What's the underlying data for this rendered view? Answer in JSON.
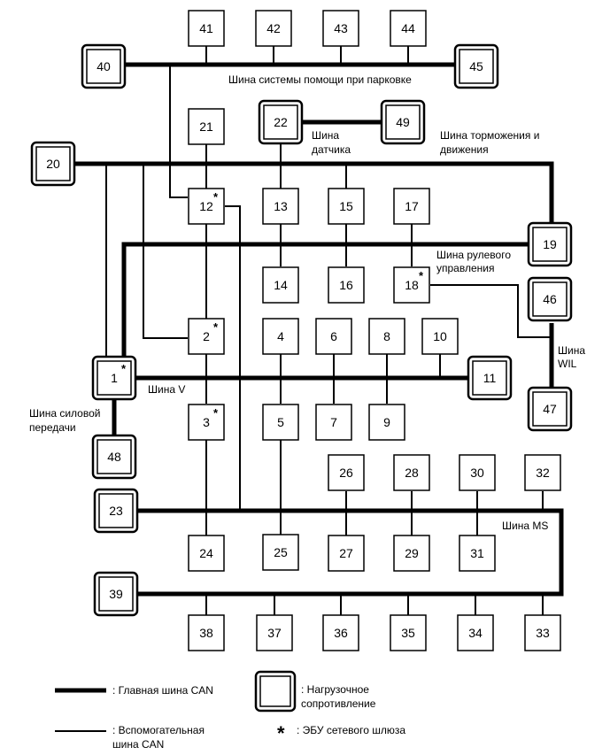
{
  "nodes": [
    {
      "id": "1",
      "star": true,
      "terminator": true
    },
    {
      "id": "2",
      "star": true,
      "terminator": false
    },
    {
      "id": "3",
      "star": true,
      "terminator": false
    },
    {
      "id": "4",
      "star": false,
      "terminator": false
    },
    {
      "id": "5",
      "star": false,
      "terminator": false
    },
    {
      "id": "6",
      "star": false,
      "terminator": false
    },
    {
      "id": "7",
      "star": false,
      "terminator": false
    },
    {
      "id": "8",
      "star": false,
      "terminator": false
    },
    {
      "id": "9",
      "star": false,
      "terminator": false
    },
    {
      "id": "10",
      "star": false,
      "terminator": false
    },
    {
      "id": "11",
      "star": false,
      "terminator": true
    },
    {
      "id": "12",
      "star": true,
      "terminator": false
    },
    {
      "id": "13",
      "star": false,
      "terminator": false
    },
    {
      "id": "14",
      "star": false,
      "terminator": false
    },
    {
      "id": "15",
      "star": false,
      "terminator": false
    },
    {
      "id": "16",
      "star": false,
      "terminator": false
    },
    {
      "id": "17",
      "star": false,
      "terminator": false
    },
    {
      "id": "18",
      "star": true,
      "terminator": false
    },
    {
      "id": "19",
      "star": false,
      "terminator": true
    },
    {
      "id": "20",
      "star": false,
      "terminator": true
    },
    {
      "id": "21",
      "star": false,
      "terminator": false
    },
    {
      "id": "22",
      "star": false,
      "terminator": true
    },
    {
      "id": "23",
      "star": false,
      "terminator": true
    },
    {
      "id": "24",
      "star": false,
      "terminator": false
    },
    {
      "id": "25",
      "star": false,
      "terminator": false
    },
    {
      "id": "26",
      "star": false,
      "terminator": false
    },
    {
      "id": "27",
      "star": false,
      "terminator": false
    },
    {
      "id": "28",
      "star": false,
      "terminator": false
    },
    {
      "id": "29",
      "star": false,
      "terminator": false
    },
    {
      "id": "30",
      "star": false,
      "terminator": false
    },
    {
      "id": "31",
      "star": false,
      "terminator": false
    },
    {
      "id": "32",
      "star": false,
      "terminator": false
    },
    {
      "id": "33",
      "star": false,
      "terminator": false
    },
    {
      "id": "34",
      "star": false,
      "terminator": false
    },
    {
      "id": "35",
      "star": false,
      "terminator": false
    },
    {
      "id": "36",
      "star": false,
      "terminator": false
    },
    {
      "id": "37",
      "star": false,
      "terminator": false
    },
    {
      "id": "38",
      "star": false,
      "terminator": false
    },
    {
      "id": "39",
      "star": false,
      "terminator": true
    },
    {
      "id": "40",
      "star": false,
      "terminator": true
    },
    {
      "id": "41",
      "star": false,
      "terminator": false
    },
    {
      "id": "42",
      "star": false,
      "terminator": false
    },
    {
      "id": "43",
      "star": false,
      "terminator": false
    },
    {
      "id": "44",
      "star": false,
      "terminator": false
    },
    {
      "id": "45",
      "star": false,
      "terminator": true
    },
    {
      "id": "46",
      "star": false,
      "terminator": true
    },
    {
      "id": "47",
      "star": false,
      "terminator": true
    },
    {
      "id": "48",
      "star": false,
      "terminator": true
    },
    {
      "id": "49",
      "star": false,
      "terminator": true
    }
  ],
  "bus_labels": {
    "parking": "Шина системы помощи при парковке",
    "sensor_1": "Шина",
    "sensor_2": "датчика",
    "brake_1": "Шина торможения и",
    "brake_2": "движения",
    "steering_1": "Шина рулевого",
    "steering_2": "управления",
    "wil_1": "Шина",
    "wil_2": "WIL",
    "v": "Шина V",
    "powertrain_1": "Шина силовой",
    "powertrain_2": "передачи",
    "ms": "Шина MS"
  },
  "legend": {
    "main_bus": ": Главная шина CAN",
    "sub_bus_1": ": Вспомогательная",
    "sub_bus_2": "шина CAN",
    "terminator_1": ": Нагрузочное",
    "terminator_2": "сопротивление",
    "star_symbol": "*",
    "gateway": ": ЭБУ сетевого шлюза"
  }
}
